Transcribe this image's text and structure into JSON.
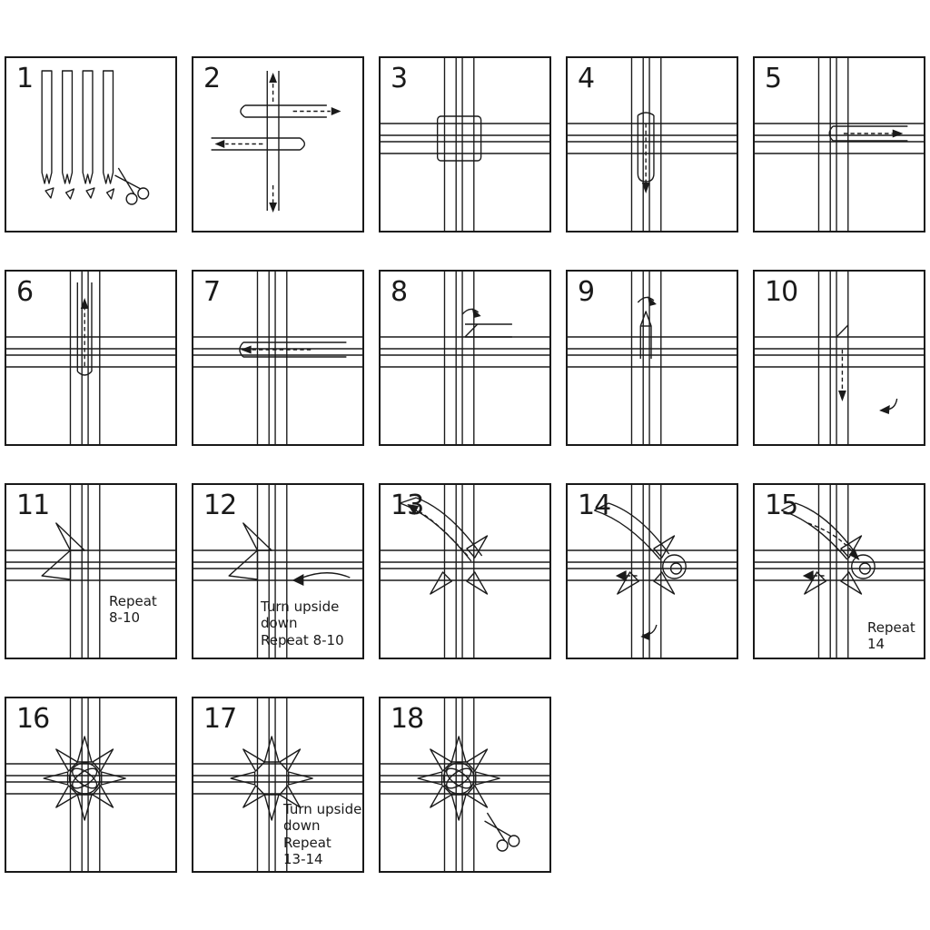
{
  "colors": {
    "ink": "#1a1a1a",
    "background": "#ffffff"
  },
  "icons": [
    "scissors-icon",
    "arrow-icons"
  ],
  "panels": [
    {
      "number": "1"
    },
    {
      "number": "2"
    },
    {
      "number": "3"
    },
    {
      "number": "4"
    },
    {
      "number": "5"
    },
    {
      "number": "6"
    },
    {
      "number": "7"
    },
    {
      "number": "8"
    },
    {
      "number": "9"
    },
    {
      "number": "10"
    },
    {
      "number": "11",
      "note": "Repeat\n8-10"
    },
    {
      "number": "12",
      "note": "Turn upside\ndown\nRepeat 8-10"
    },
    {
      "number": "13"
    },
    {
      "number": "14"
    },
    {
      "number": "15",
      "note": "Repeat\n14"
    },
    {
      "number": "16"
    },
    {
      "number": "17",
      "note": "Turn upside\ndown\nRepeat\n13-14"
    },
    {
      "number": "18"
    }
  ]
}
